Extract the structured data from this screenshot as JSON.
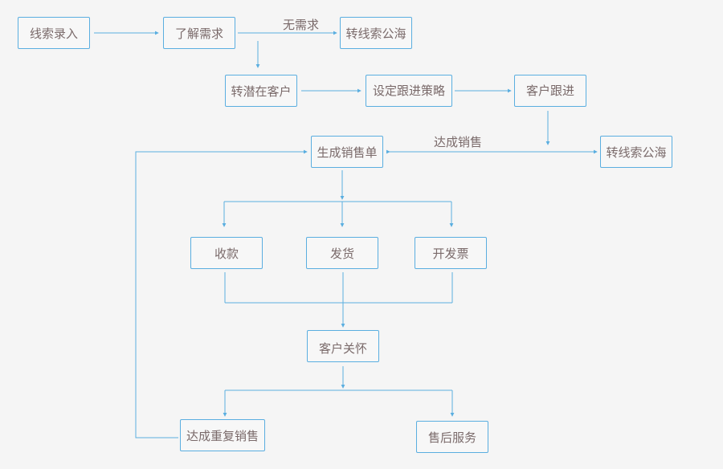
{
  "nodes": {
    "lead_entry": "线索录入",
    "understand_needs": "了解需求",
    "to_lead_pool_1": "转线索公海",
    "to_potential_customer": "转潜在客户",
    "set_followup_strategy": "设定跟进策略",
    "customer_followup": "客户跟进",
    "generate_sales_order": "生成销售单",
    "to_lead_pool_2": "转线索公海",
    "collect_payment": "收款",
    "ship_goods": "发货",
    "issue_invoice": "开发票",
    "customer_care": "客户关怀",
    "repeat_sales": "达成重复销售",
    "after_sales_service": "售后服务"
  },
  "edge_labels": {
    "no_need": "无需求",
    "deal_reached": "达成销售"
  },
  "colors": {
    "line": "#5aaee0",
    "text": "#7a6a6a",
    "background": "#f5f5f5"
  }
}
